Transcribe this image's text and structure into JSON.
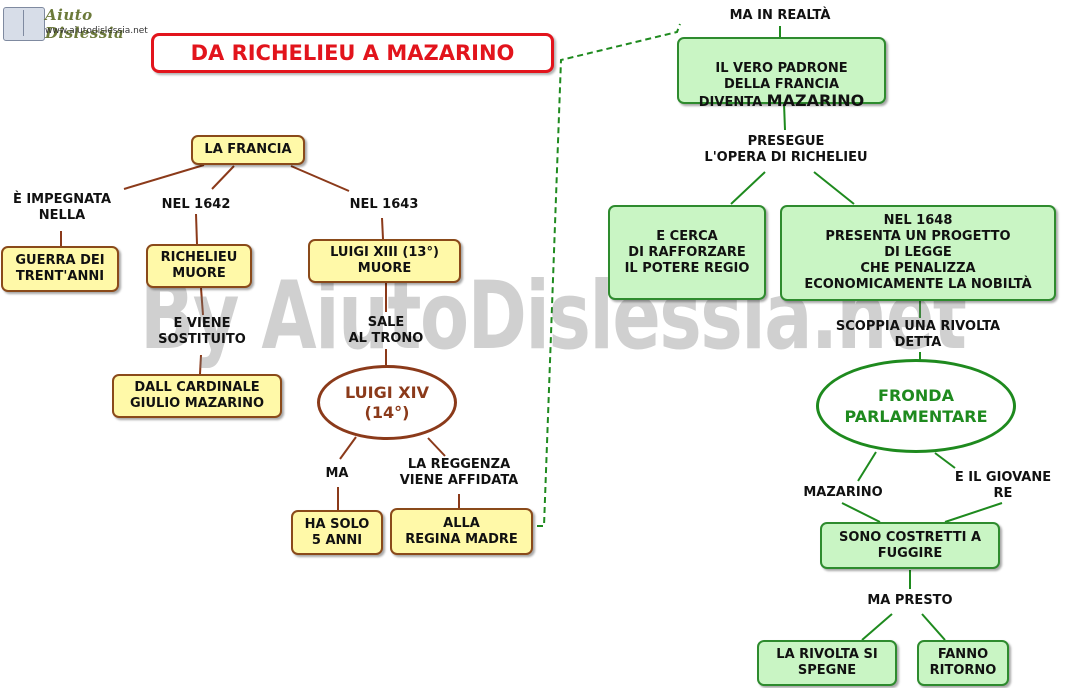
{
  "logo": {
    "name": "Aiuto Dislessia",
    "url": "www.aiutodislessia.net"
  },
  "title": "DA RICHELIEU A MAZARINO",
  "watermark": "By AiutoDislessia.net",
  "left": {
    "root": "LA FRANCIA",
    "link_impegnata": "È IMPEGNATA\nNELLA",
    "link_1642": "NEL 1642",
    "link_1643": "NEL 1643",
    "guerra": "GUERRA DEI\nTRENT'ANNI",
    "richelieu_muore": "RICHELIEU\nMUORE",
    "link_sostituito": "E VIENE\nSOSTITUITO",
    "mazarino_card": "DALL CARDINALE\nGIULIO MAZARINO",
    "luigi13": "LUIGI XIII (13°)\nMUORE",
    "link_sale": "SALE\nAL TRONO",
    "luigi14": "LUIGI XIV\n(14°)",
    "link_ma": "MA",
    "link_reggenza": "LA REGGENZA\nVIENE AFFIDATA",
    "cinque_anni": "HA SOLO\n5 ANNI",
    "regina": "ALLA\nREGINA MADRE"
  },
  "right": {
    "link_realta": "MA IN REALTÀ",
    "padrone_pre": "IL VERO PADRONE\nDELLA FRANCIA\nDIVENTA ",
    "padrone_name": "MAZARINO",
    "link_prosegue": "PRESEGUE\nL'OPERA DI RICHELIEU",
    "rafforzare": "E CERCA\nDI RAFFORZARE\nIL POTERE REGIO",
    "progetto": "NEL 1648\nPRESENTA UN PROGETTO\nDI LEGGE\nCHE PENALIZZA\nECONOMICAMENTE LA NOBILTÀ",
    "link_rivolta": "SCOPPIA UNA RIVOLTA\nDETTA",
    "fronda": "FRONDA\nPARLAMENTARE",
    "link_mazarino": "MAZARINO",
    "link_giovane": "E IL GIOVANE\nRE",
    "fuggire": "SONO COSTRETTI A\nFUGGIRE",
    "link_presto": "MA PRESTO",
    "spegne": "LA RIVOLTA SI\nSPEGNE",
    "ritorno": "FANNO\nRITORNO"
  },
  "colors": {
    "title": "#e2141c",
    "yellow_fill": "#fff9a8",
    "brown": "#8b3a1a",
    "green_fill": "#c9f5c4",
    "green": "#1e8a1e"
  }
}
